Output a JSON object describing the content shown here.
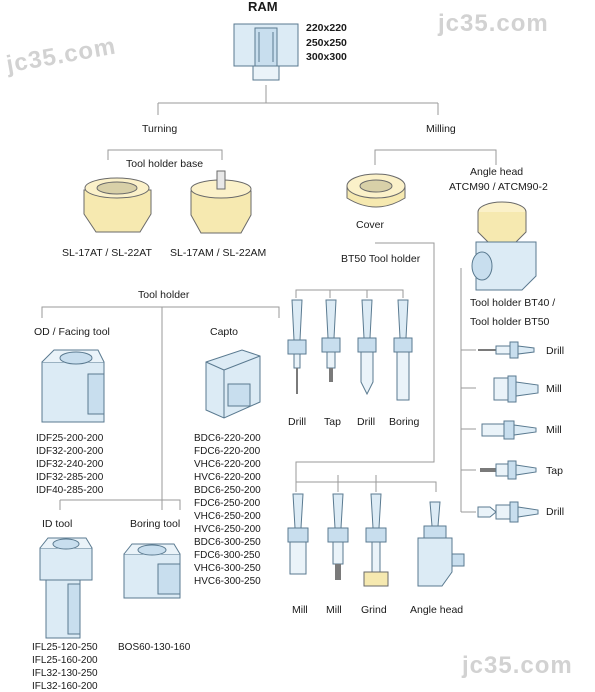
{
  "watermarks": [
    "jc35.com",
    "jc35.com",
    "jc35.com"
  ],
  "ram": {
    "title": "RAM",
    "sizes": [
      "220x220",
      "250x250",
      "300x300"
    ]
  },
  "turning": {
    "label": "Turning",
    "base_label": "Tool holder base",
    "base_items": [
      "SL-17AT / SL-22AT",
      "SL-17AM / SL-22AM"
    ],
    "holder_label": "Tool holder",
    "od": {
      "label": "OD / Facing tool",
      "codes": [
        "IDF25-200-200",
        "IDF32-200-200",
        "IDF32-240-200",
        "IDF32-285-200",
        "IDF40-285-200"
      ]
    },
    "capto": {
      "label": "Capto",
      "codes": [
        "BDC6-220-200",
        "FDC6-220-200",
        "VHC6-220-200",
        "HVC6-220-200",
        "BDC6-250-200",
        "FDC6-250-200",
        "VHC6-250-200",
        "HVC6-250-200",
        "BDC6-300-250",
        "FDC6-300-250",
        "VHC6-300-250",
        "HVC6-300-250"
      ]
    },
    "id": {
      "label": "ID tool",
      "codes": [
        "IFL25-120-250",
        "IFL25-160-200",
        "IFL32-130-250",
        "IFL32-160-200"
      ]
    },
    "boring": {
      "label": "Boring tool",
      "codes": [
        "BOS60-130-160"
      ]
    }
  },
  "milling": {
    "label": "Milling",
    "cover_label": "Cover",
    "angle_head_label": "Angle head",
    "angle_head_model": "ATCM90 / ATCM90-2",
    "bt50_label": "BT50 Tool holder",
    "bt50_row1": [
      "Drill",
      "Tap",
      "Drill",
      "Boring"
    ],
    "bt50_row2": [
      "Mill",
      "Mill",
      "Grind",
      "Angle head"
    ],
    "bt40_label_1": "Tool holder BT40 /",
    "bt40_label_2": "Tool holder BT50",
    "bt40_items": [
      "Drill",
      "Mill",
      "Mill",
      "Tap",
      "Drill"
    ]
  }
}
